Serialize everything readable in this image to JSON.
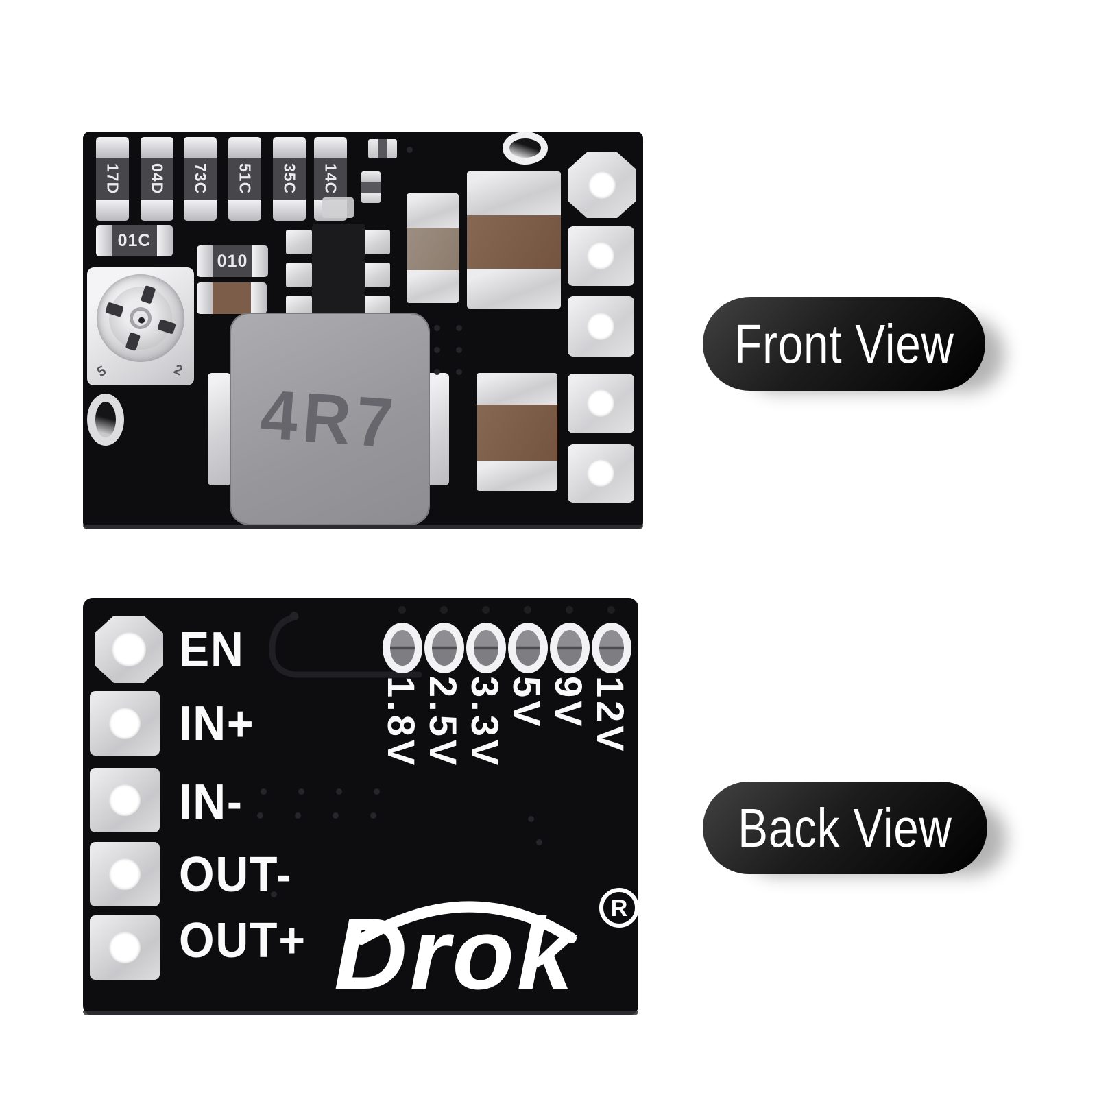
{
  "front_section": {
    "badge_label": "Front View",
    "board": {
      "resistor_codes": [
        "17D",
        "04D",
        "73C",
        "51C",
        "35C",
        "14C"
      ],
      "resistor_code_small_1": "01C",
      "resistor_code_small_2": "010",
      "inductor_label": "4R7",
      "trimmer_marks": [
        "5",
        "2"
      ]
    }
  },
  "back_section": {
    "badge_label": "Back View",
    "board": {
      "pin_labels": [
        "EN",
        "IN+",
        "IN-",
        "OUT-",
        "OUT+"
      ],
      "voltage_labels": [
        "12V",
        "9V",
        "5V",
        "3.3V",
        "2.5V",
        "1.8V"
      ],
      "brand": "Drok",
      "registered_mark": "R"
    }
  },
  "colors": {
    "background": "#ffffff",
    "pcb_black": "#0d0d0f",
    "solder_silver": "#dcdcde",
    "capacitor_brown": "#7b5d49",
    "capacitor_tan": "#96897c",
    "inductor_gray": "#9d9da1",
    "silkscreen_white": "#f2f2f2",
    "badge_black": "#0a0a0a",
    "badge_text": "#ffffff"
  }
}
